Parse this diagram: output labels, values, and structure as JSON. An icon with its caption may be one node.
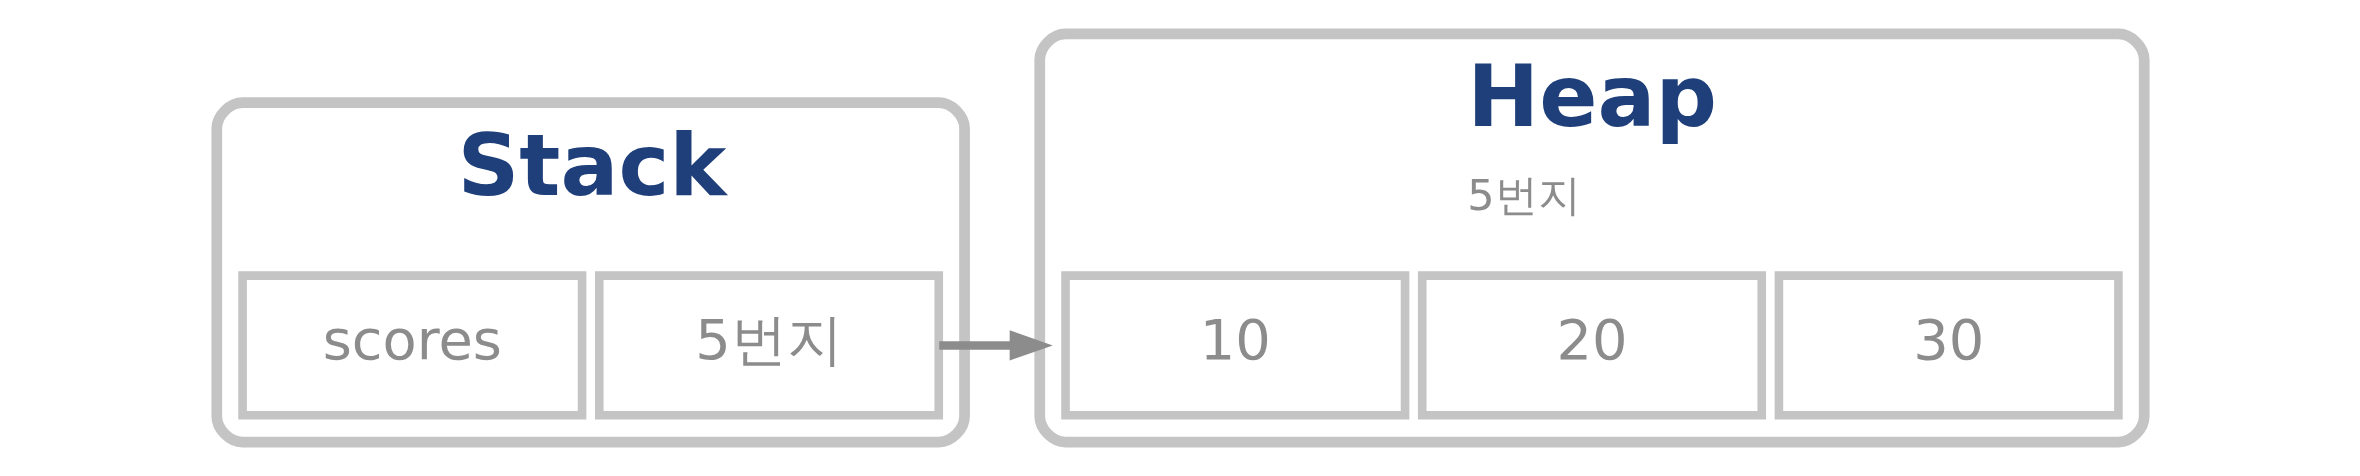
{
  "diagram": {
    "nodes": [
      {
        "text": [
          "Stack"
        ]
      },
      {
        "text": [
          "scores"
        ],
        "in": 0
      },
      {
        "text": [
          "5번지"
        ],
        "in": 0
      },
      {
        "text": [
          "Heap"
        ],
        "beside": [
          "5번지"
        ]
      },
      {
        "text": [
          "10"
        ],
        "in": 3
      },
      {
        "text": [
          "20"
        ],
        "in": 3
      },
      {
        "text": [
          "30"
        ],
        "in": 3
      }
    ],
    "edges": [
      {
        "from": 2,
        "to": 3,
        "arrow": "to"
      }
    ]
  }
}
